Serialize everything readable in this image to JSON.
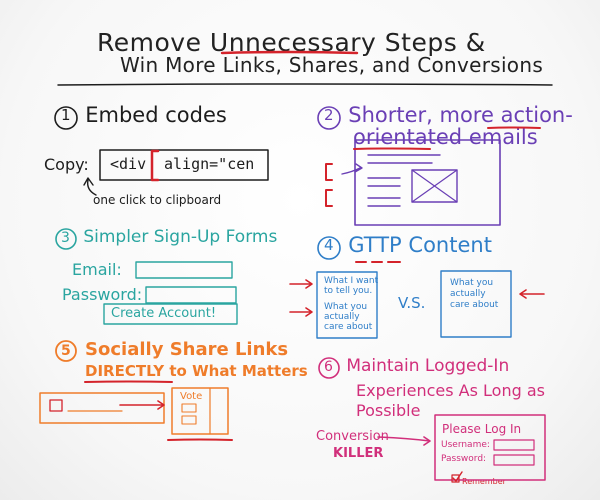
{
  "title": {
    "line1_prefix": "Remove",
    "line1_emph": "Unnecessary",
    "line1_suffix": "Steps &",
    "line2": "Win More Links, Shares, and Conversions"
  },
  "colors": {
    "black": "#1d1d1d",
    "purple": "#6a3fb5",
    "teal": "#2aa5a0",
    "blue": "#2f7ec8",
    "orange": "#ef7c2a",
    "magenta": "#d12f7b",
    "red": "#d4232b"
  },
  "sections": {
    "embed": {
      "number": "1",
      "heading": "Embed codes",
      "copy_label": "Copy:",
      "code_left": "<div",
      "code_right": "align=\"cen",
      "caption": "one click to clipboard"
    },
    "emails": {
      "number": "2",
      "heading_line1_prefix": "Shorter, more",
      "heading_line1_emph": "action-",
      "heading_line2_emph": "orientated",
      "heading_line2_suffix": "emails",
      "icon": "email-mockup-icon"
    },
    "signup": {
      "number": "3",
      "heading": "Simpler Sign-Up Forms",
      "email_label": "Email:",
      "password_label": "Password:",
      "button": "Create Account!"
    },
    "content": {
      "number": "4",
      "heading_emph": "GTTP",
      "heading_suffix": "Content",
      "left_box": [
        "What I want",
        "to tell you.",
        "What you",
        "actually",
        "care about"
      ],
      "vs": "V.S.",
      "right_box": [
        "What you",
        "actually",
        "care about"
      ]
    },
    "share": {
      "number": "5",
      "heading_line1": "Socially Share Links",
      "heading_line2_emph": "DIRECTLY",
      "heading_line2_suffix": "to What Matters",
      "vote": "Vote"
    },
    "logged_in": {
      "number": "6",
      "heading_line1": "Maintain Logged-In",
      "heading_line2": "Experiences As Long as",
      "heading_line3": "Possible",
      "killer_line1": "Conversion",
      "killer_line2": "KILLER",
      "login_title": "Please Log In",
      "username_label": "Username:",
      "password_label": "Password:",
      "remember": "Remember"
    }
  }
}
